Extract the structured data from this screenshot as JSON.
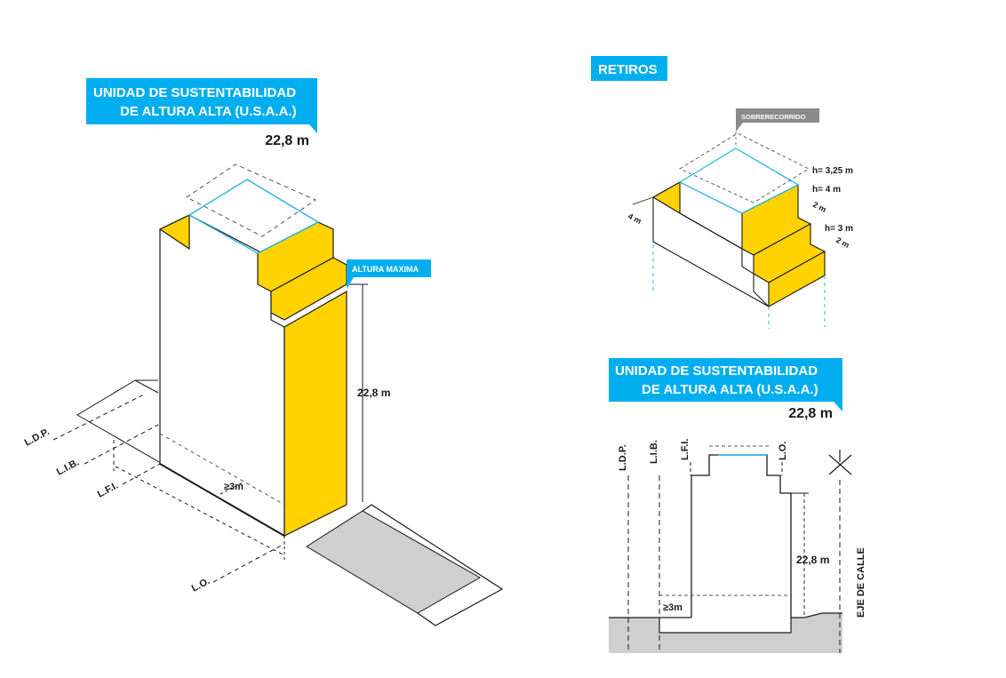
{
  "colors": {
    "cyan": "#00aeef",
    "yellow": "#ffd200",
    "gray_tag": "#8a8a8a",
    "ground": "#cfcfcf",
    "line": "#1a1a1a"
  },
  "left_diagram": {
    "title_line1": "UNIDAD DE SUSTENTABILIDAD",
    "title_line2": "DE ALTURA ALTA (U.S.A.A.)",
    "height_value": "22,8 m",
    "tag_altura_maxima": "ALTURA MAXIMA",
    "dim_height": "22,8 m",
    "dim_setback": "≥3m",
    "lines": {
      "ldp": "L.D.P.",
      "lib": "L.I.B.",
      "lfi": "L.F.I.",
      "lo": "L.O."
    }
  },
  "retiros": {
    "title": "RETIROS",
    "tag_sobrerecorrido": "SOBRERECORRIDO",
    "h1": "h= 3,25 m",
    "h2": "h= 4 m",
    "d1": "2 m",
    "h3": "h= 3 m",
    "d2": "2 m",
    "side": "4 m"
  },
  "section_diagram": {
    "title_line1": "UNIDAD DE SUSTENTABILIDAD",
    "title_line2": "DE ALTURA ALTA (U.S.A.A.)",
    "height_value": "22,8 m",
    "dim_height": "22,8 m",
    "dim_setback": "≥3m",
    "eje_de_calle": "EJE DE CALLE",
    "lines": {
      "ldp": "L.D.P.",
      "lib": "L.I.B.",
      "lfi": "L.F.I.",
      "lo": "L.O."
    }
  }
}
